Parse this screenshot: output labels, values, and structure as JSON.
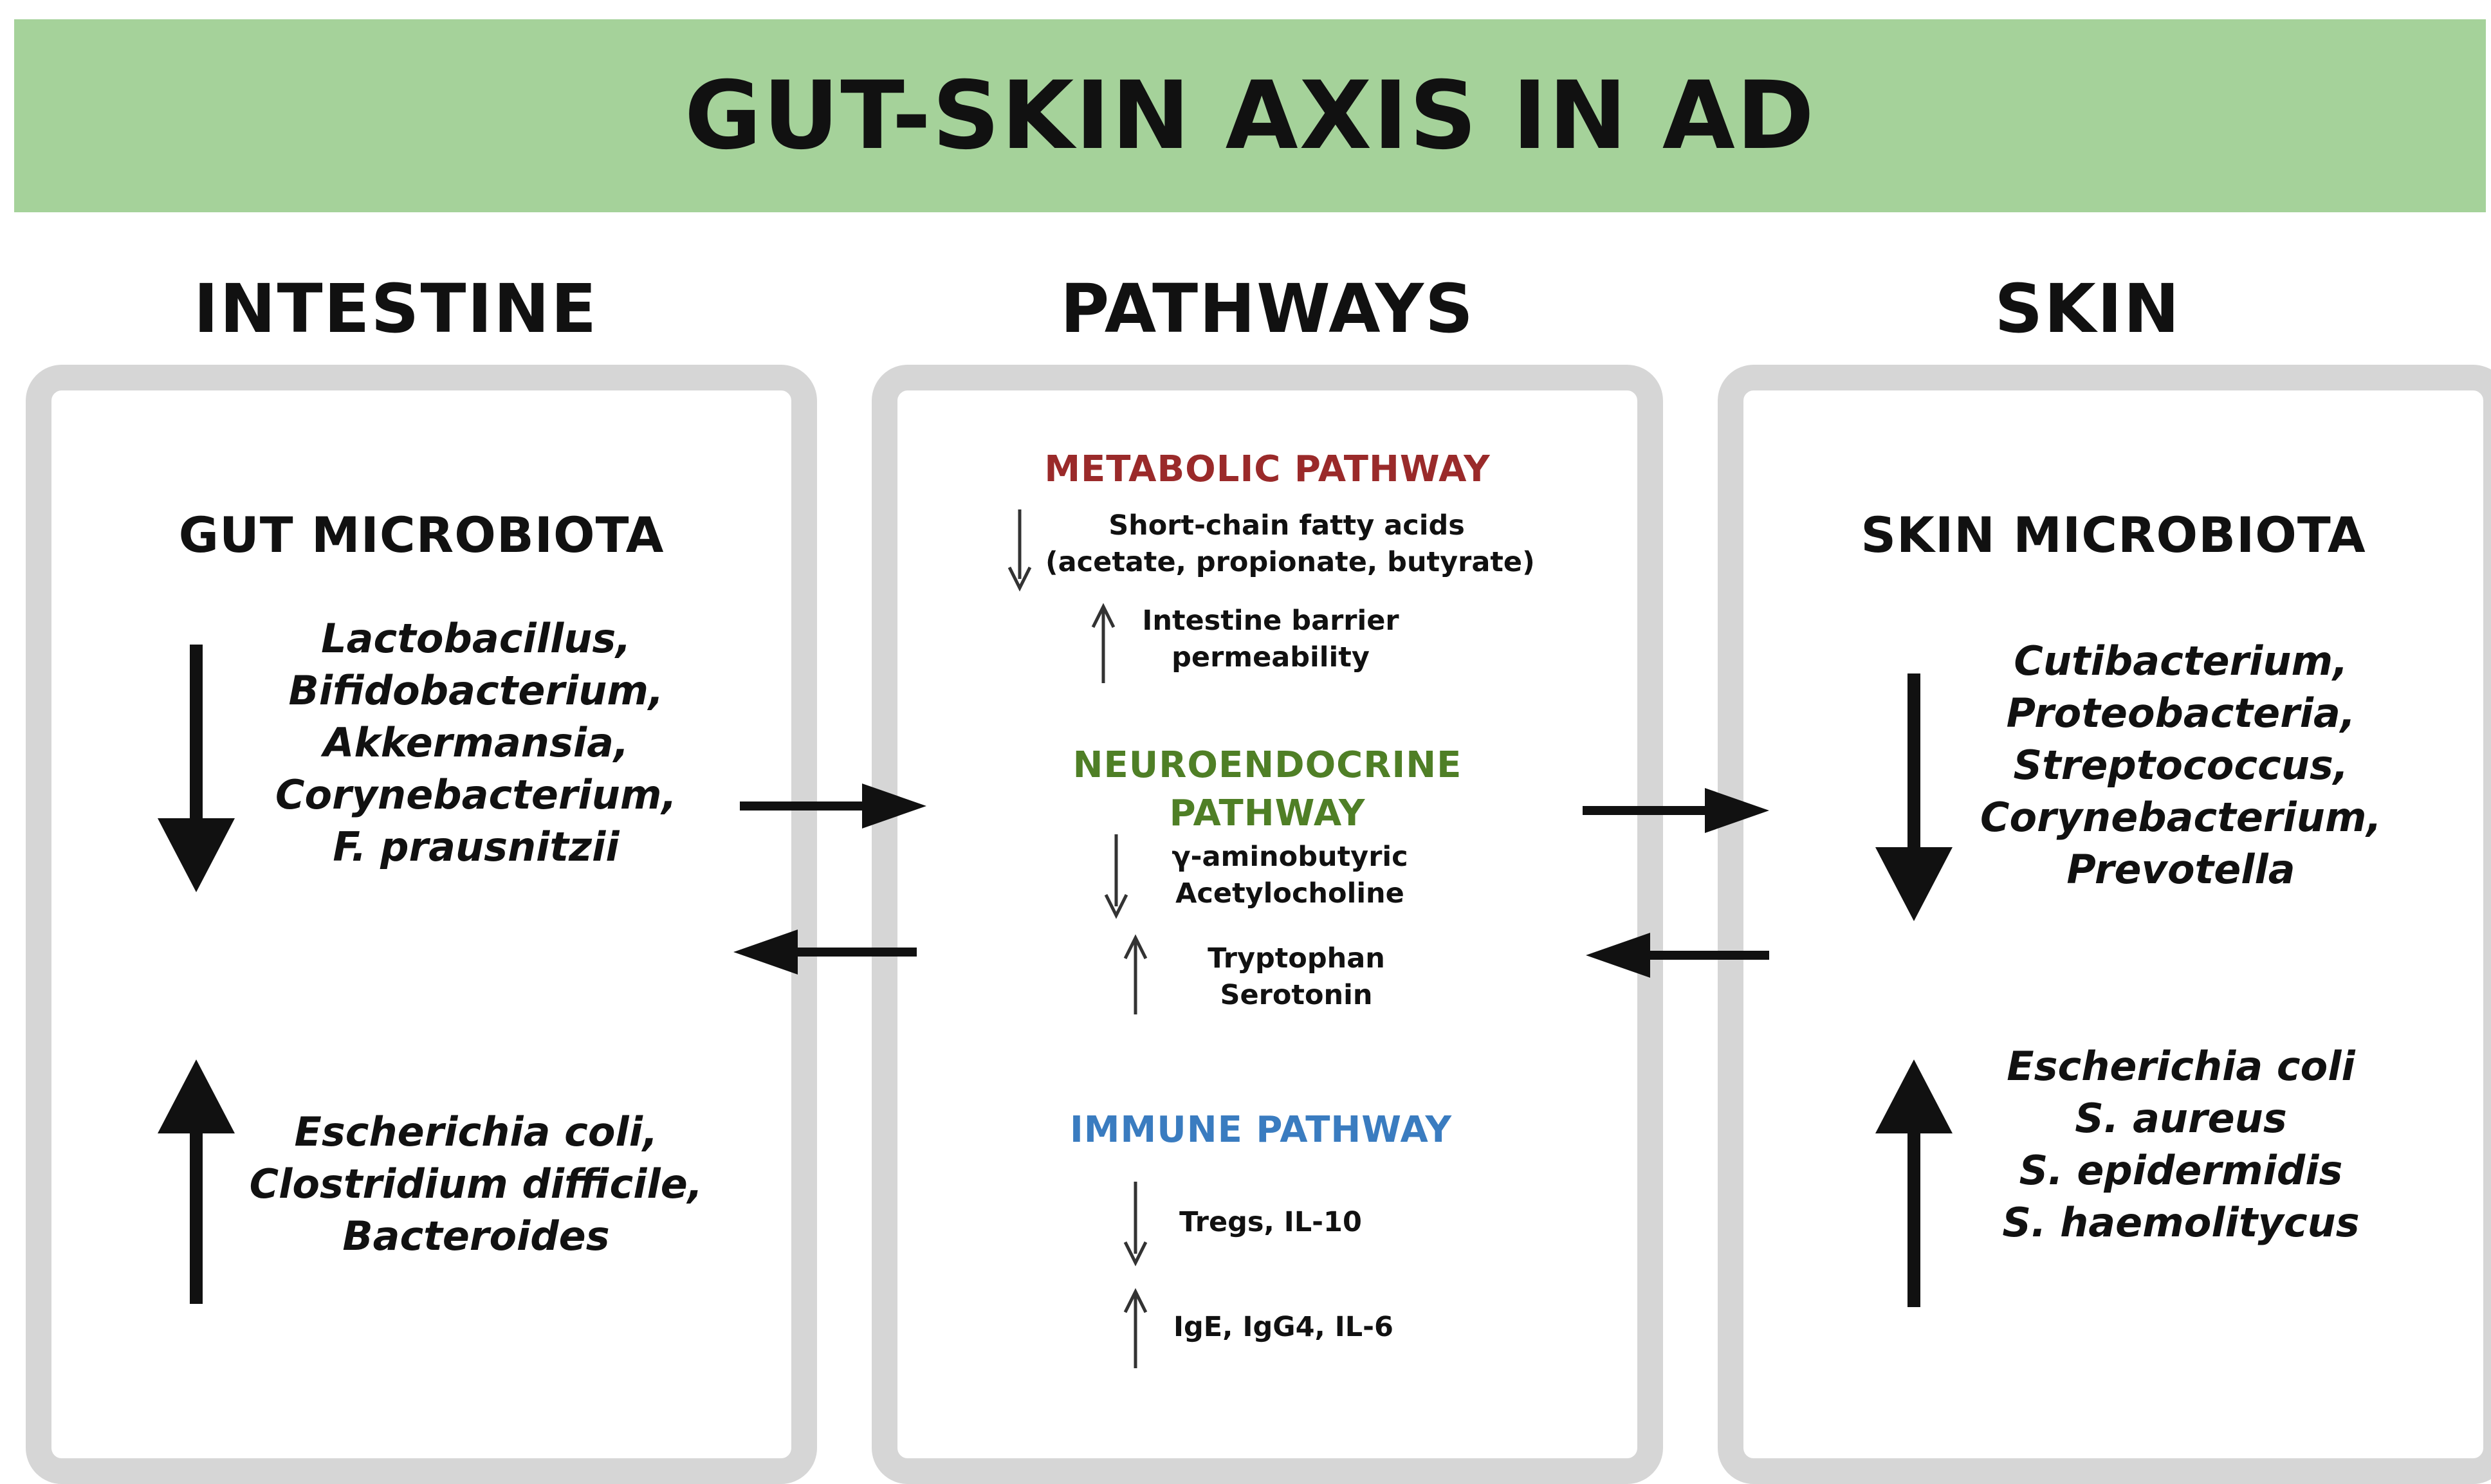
{
  "title": "GUT-SKIN AXIS IN AD",
  "colors": {
    "banner": "#a5d29a",
    "panel_border": "#d6d6d6",
    "metabolic": "#9a2a2a",
    "neuroendocrine": "#4f7f26",
    "immune": "#3a7cc0",
    "text": "#111111"
  },
  "columns": {
    "intestine": "INTESTINE",
    "pathways": "PATHWAYS",
    "skin": "SKIN"
  },
  "intestine": {
    "heading": "GUT MICROBIOTA",
    "decreased": {
      "direction": "down",
      "taxa": [
        "Lactobacillus,",
        "Bifidobacterium,",
        "Akkermansia,",
        "Corynebacterium,",
        "F. prausnitzii"
      ]
    },
    "increased": {
      "direction": "up",
      "taxa": [
        "Escherichia coli,",
        "Clostridium difficile,",
        "Bacteroides"
      ]
    }
  },
  "pathways": {
    "metabolic": {
      "title": "METABOLIC PATHWAY",
      "items": [
        {
          "direction": "down",
          "lines": [
            "Short-chain fatty acids",
            "(acetate, propionate, butyrate)"
          ]
        },
        {
          "direction": "up",
          "lines": [
            "Intestine barrier",
            "permeability"
          ]
        }
      ]
    },
    "neuroendocrine": {
      "title_lines": [
        "NEUROENDOCRINE",
        "PATHWAY"
      ],
      "items": [
        {
          "direction": "down",
          "lines": [
            "γ-aminobutyric",
            "Acetylocholine"
          ]
        },
        {
          "direction": "up",
          "lines": [
            "Tryptophan",
            "Serotonin"
          ]
        }
      ]
    },
    "immune": {
      "title": "IMMUNE PATHWAY",
      "items": [
        {
          "direction": "down",
          "lines": [
            "Tregs, IL-10"
          ]
        },
        {
          "direction": "up",
          "lines": [
            "IgE, IgG4, IL-6"
          ]
        }
      ]
    }
  },
  "skin": {
    "heading": "SKIN MICROBIOTA",
    "decreased": {
      "direction": "down",
      "taxa": [
        "Cutibacterium,",
        "Proteobacteria,",
        "Streptococcus,",
        "Corynebacterium,",
        "Prevotella"
      ]
    },
    "increased": {
      "direction": "up",
      "taxa": [
        "Escherichia coli",
        "S. aureus",
        "S. epidermidis",
        "S. haemolitycus"
      ]
    }
  }
}
